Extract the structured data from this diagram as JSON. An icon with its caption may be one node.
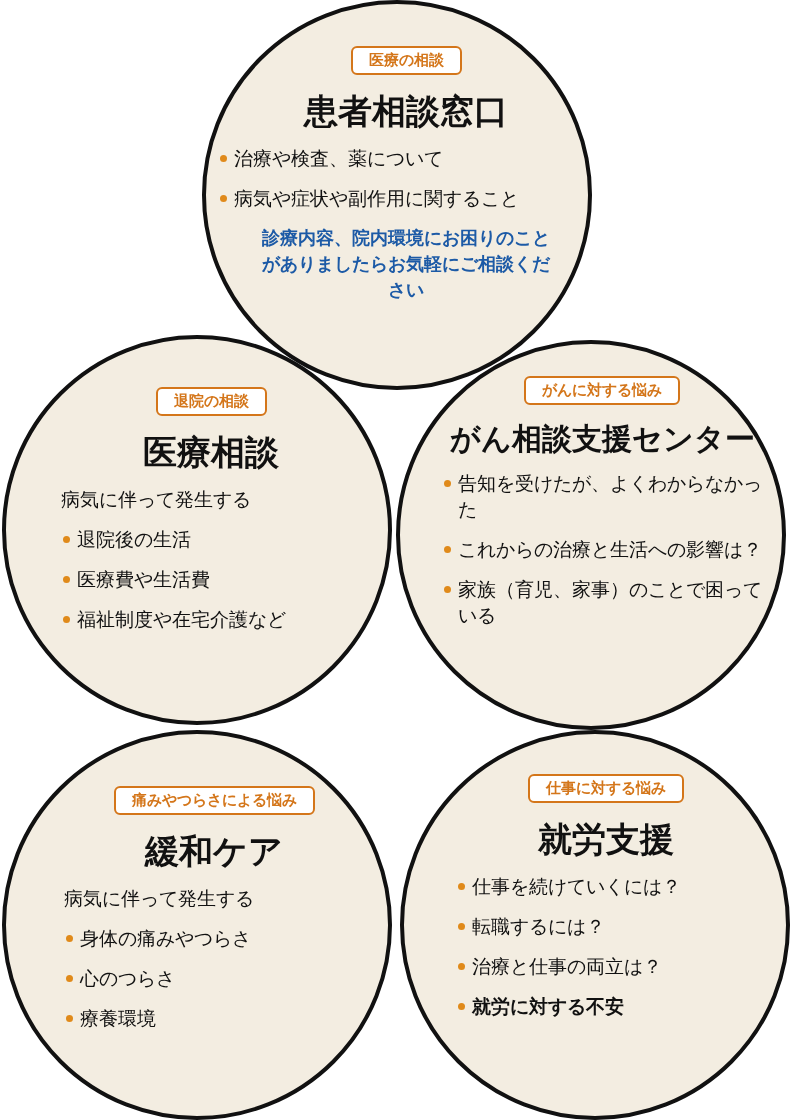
{
  "diagram": {
    "nodes": [
      {
        "text": [
          "患者相談窓口",
          "治療や検査、薬について",
          "病気や症状や副作用に関すること",
          "診療内容、院内環境にお困りのことがありましたらお気軽にご相談ください"
        ]
      },
      {
        "text": [
          "医療の相談"
        ],
        "in": 0
      },
      {
        "text": [
          "医療相談",
          "病気に伴って発生する",
          "退院後の生活",
          "医療費や生活費",
          "福祉制度や在宅介護など"
        ]
      },
      {
        "text": [
          "退院の相談"
        ],
        "in": 2
      },
      {
        "text": [
          "がん相談支援センター",
          "告知を受けたが、よくわからなかった",
          "これからの治療と生活への影響は？",
          "家族（育児、家事）のことで困っている"
        ]
      },
      {
        "text": [
          "がんに対する悩み"
        ],
        "in": 4
      },
      {
        "text": [
          "緩和ケア",
          "病気に伴って発生する",
          "身体の痛みやつらさ",
          "心のつらさ",
          "療養環境"
        ]
      },
      {
        "text": [
          "痛みやつらさによる悩み"
        ],
        "in": 6
      },
      {
        "text": [
          "就労支援",
          "仕事を続けていくには？",
          "転職するには？",
          "治療と仕事の両立は？",
          "就労に対する不安"
        ]
      },
      {
        "text": [
          "仕事に対する悩み"
        ],
        "in": 8
      }
    ]
  }
}
